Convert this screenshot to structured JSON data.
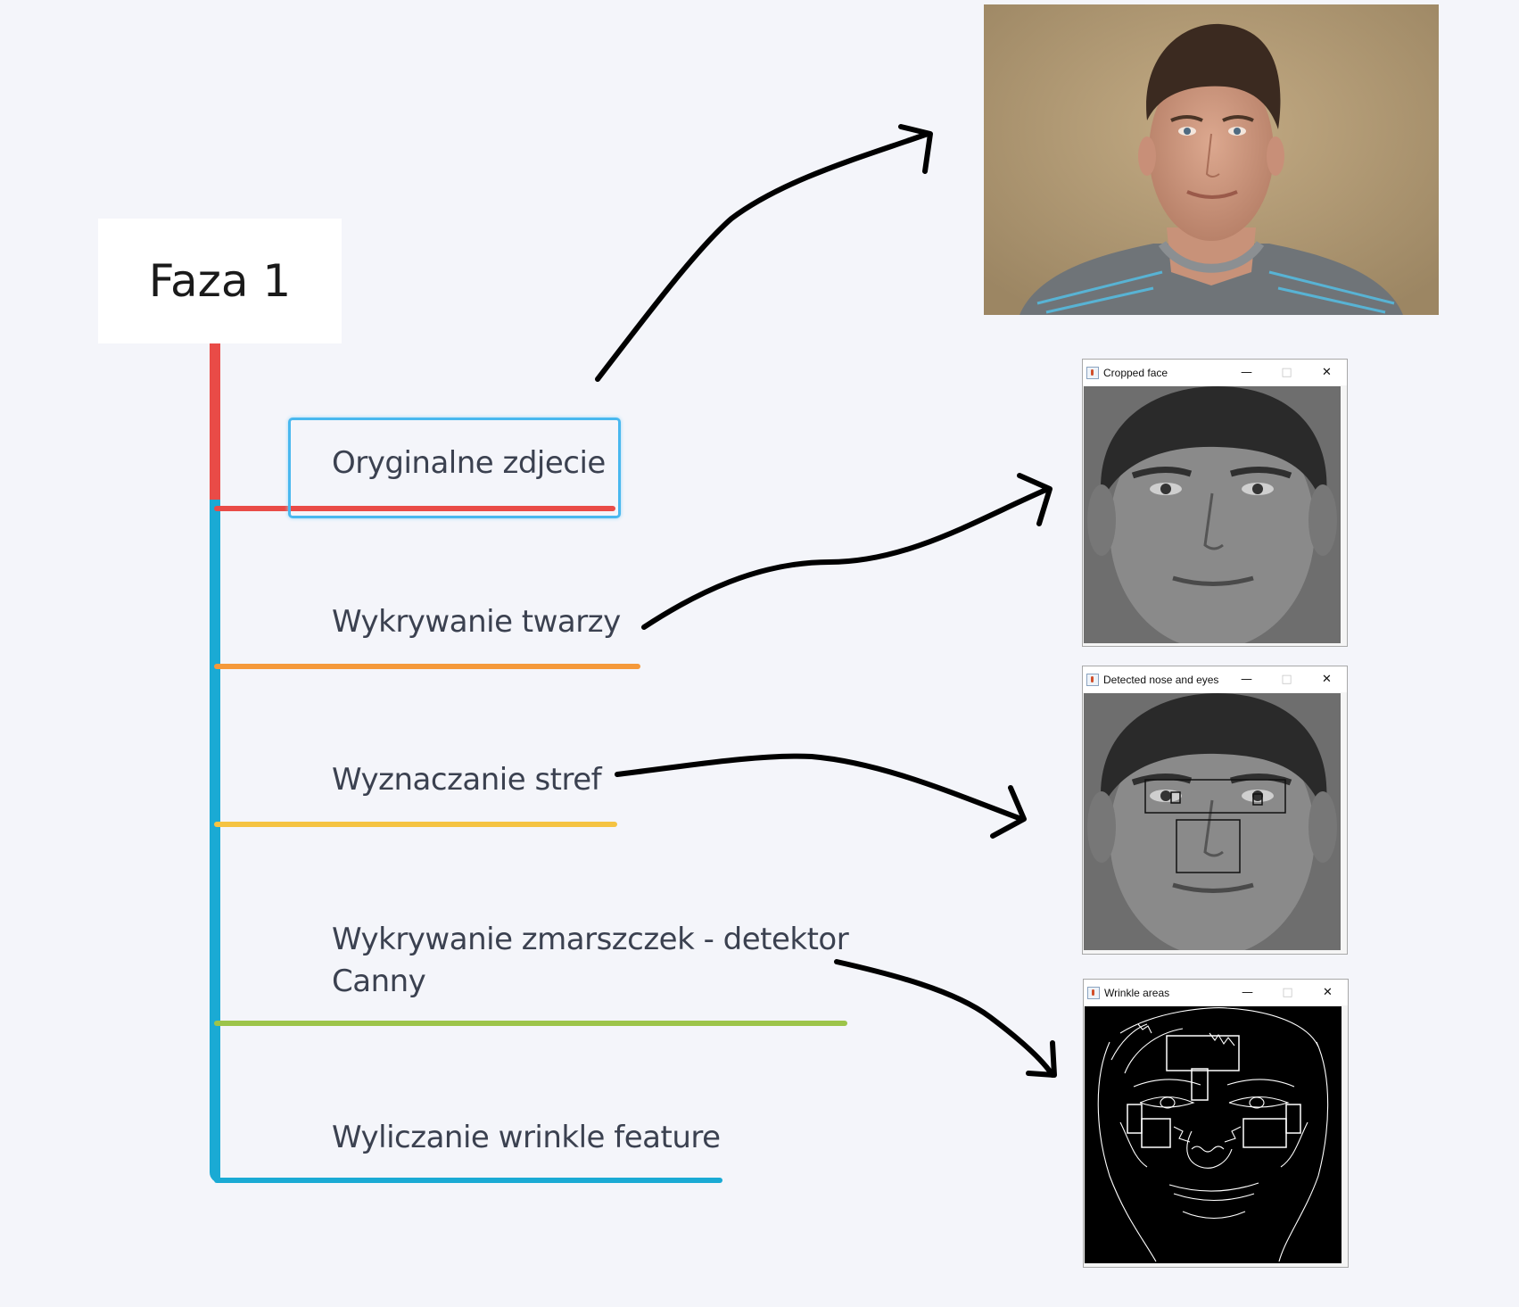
{
  "root": {
    "label": "Faza 1"
  },
  "branches": [
    {
      "label": "Oryginalne zdjecie",
      "color": "#e94b47",
      "selected": true
    },
    {
      "label": "Wykrywanie twarzy",
      "color": "#f5993a"
    },
    {
      "label": "Wyznaczanie stref",
      "color": "#f5c342"
    },
    {
      "label_line1": "Wykrywanie zmarszczek - detektor",
      "label_line2": "Canny",
      "color": "#9cc44a"
    },
    {
      "label": "Wyliczanie wrinkle feature",
      "color": "#1aaad4"
    }
  ],
  "trunk_colors": {
    "top": "#e94b47",
    "bottom": "#1aaad4"
  },
  "selection_color": "#49b8ef",
  "windows": [
    {
      "title": "Cropped face",
      "minimize_icon": "minimize-icon",
      "maximize_icon": "maximize-icon",
      "close_icon": "close-icon"
    },
    {
      "title": "Detected nose and eyes",
      "minimize_icon": "minimize-icon",
      "maximize_icon": "maximize-icon",
      "close_icon": "close-icon"
    },
    {
      "title": "Wrinkle areas",
      "minimize_icon": "minimize-icon",
      "maximize_icon": "maximize-icon",
      "close_icon": "close-icon"
    }
  ]
}
